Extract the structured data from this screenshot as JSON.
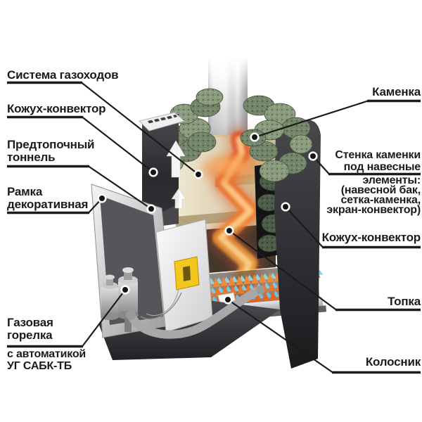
{
  "labels": {
    "sistema_gazohodov": "Система газоходов",
    "kozhuh_konvektor_left": "Кожух-конвектор",
    "predtopochny_tonnel": "Предтопочный\nтоннель",
    "ramka_dekorativnaya": "Рамка\nдекоративная",
    "gazovaya_gorelka": "Газовая\nгорелка",
    "gorelka_avtomatika": "с автоматикой\nУГ САБК-ТБ",
    "kamenka": "Каменка",
    "stenka_kamenki": "Стенка каменки\nпод навесные",
    "stenka_kamenki_sub": "элементы:\n(навесной бак,\nсетка-каменка,\nэкран-конвектор)",
    "kozhuh_konvektor_right": "Кожух-конвектор",
    "topka": "Топка",
    "kolosnik": "Колосник"
  },
  "colors": {
    "background": "#ffffff",
    "callout_ink": "#1b1b1b",
    "stove_body_dark": "#2c2c2f",
    "stones_green": "#84967a",
    "interior_beige": "#d9cca9",
    "heat_orange": "#ef7226",
    "flame_blue": "#7ac9e0",
    "flame_orange": "#ee7428",
    "control_box_yellow": "#f3c71e",
    "metal_silver": "#cfcfcf"
  }
}
